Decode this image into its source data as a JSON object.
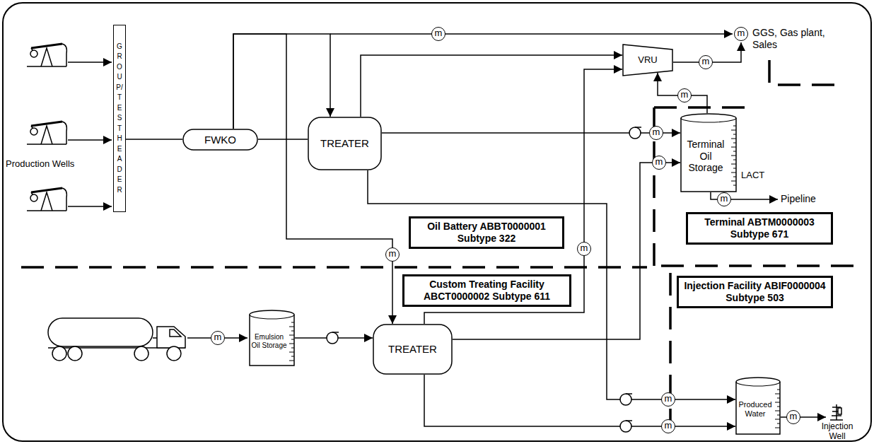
{
  "diagram": {
    "nodes": [
      {
        "text": [
          "GROUP/TEST HEADER"
        ]
      },
      {
        "text": [
          "FWKO"
        ]
      },
      {
        "text": [
          "TREATER"
        ]
      },
      {
        "text": [
          "VRU"
        ]
      },
      {
        "text": [
          "Terminal Oil Storage"
        ]
      },
      {
        "text": [
          "Oil Battery ABBT0000001 Subtype 322"
        ]
      },
      {
        "text": [
          "Terminal ABTM0000003 Subtype 671"
        ]
      },
      {
        "text": [
          "Custom Treating Facility ABCT0000002 Subtype 611"
        ]
      },
      {
        "text": [
          "Injection Facility ABIF0000004 Subtype 503"
        ]
      },
      {
        "text": [
          "Emulsion Oil Storage"
        ]
      },
      {
        "text": [
          "TREATER"
        ]
      },
      {
        "text": [
          "Produced Water"
        ]
      }
    ],
    "edges": [
      {
        "from": 0,
        "to": 1,
        "arrow": "none"
      },
      {
        "from": 1,
        "to": 2,
        "arrow": "none"
      },
      {
        "from": 1,
        "to": 2,
        "arrow": "to"
      },
      {
        "from": 1,
        "to": 10,
        "label": "m",
        "arrow": "to"
      },
      {
        "from": 2,
        "to": 3,
        "arrow": "to"
      },
      {
        "from": 10,
        "to": 3,
        "label": "m",
        "arrow": "to"
      },
      {
        "from": 4,
        "to": 3,
        "label": "m",
        "arrow": "to"
      },
      {
        "from": 2,
        "to": 4,
        "label": "m",
        "arrow": "to"
      },
      {
        "from": 10,
        "to": 4,
        "label": "m",
        "arrow": "to"
      },
      {
        "from": 2,
        "to": 11,
        "label": "m",
        "arrow": "to"
      },
      {
        "from": 10,
        "to": 11,
        "label": "m",
        "arrow": "to"
      },
      {
        "from": 9,
        "to": 10,
        "arrow": "to"
      }
    ],
    "labels": [
      "Production Wells",
      "m",
      "GGS, Gas plant, Sales",
      "m",
      "m",
      "LACT",
      "m",
      "Pipeline",
      "m",
      "m",
      "Injection Well"
    ]
  }
}
